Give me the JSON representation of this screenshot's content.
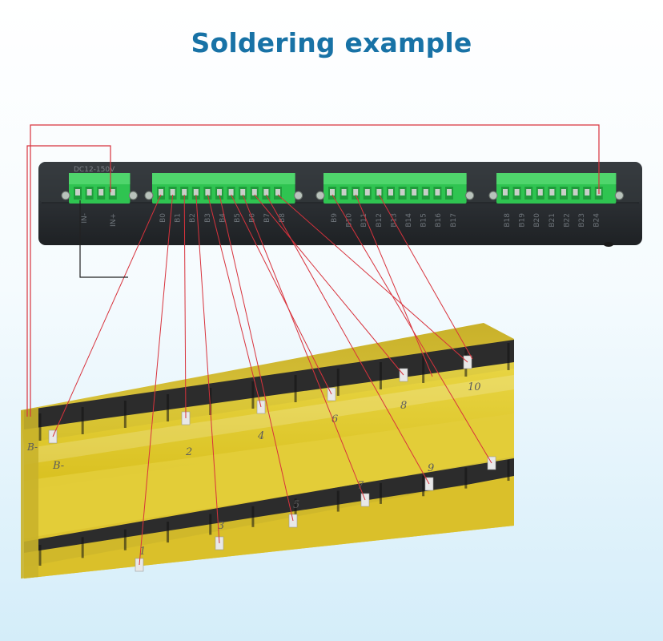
{
  "header": {
    "title": "Soldering example"
  },
  "device": {
    "power_label": "DC12-150V",
    "power_pins": [
      "IN-",
      "IN+"
    ],
    "block1_labels": [
      "B0",
      "B1",
      "B2",
      "B3",
      "B4",
      "B5",
      "B6",
      "B7",
      "B8"
    ],
    "block2_labels": [
      "B9",
      "B10",
      "B11",
      "B12",
      "B13",
      "B14",
      "B15",
      "B16",
      "B17"
    ],
    "block3_labels": [
      "B18",
      "B19",
      "B20",
      "B21",
      "B22",
      "B23",
      "B24"
    ]
  },
  "battery": {
    "top_marks": [
      "B-",
      "2",
      "4",
      "6",
      "8",
      "10"
    ],
    "bottom_marks": [
      "1",
      "3",
      "5",
      "7",
      "9"
    ],
    "left_label": "B-"
  },
  "colors": {
    "title": "#1872a6",
    "wire": "#d8323c",
    "device_body": "#2e3236",
    "terminal_green": "#27b84a",
    "tape_yellow": "#e4cf2d"
  }
}
